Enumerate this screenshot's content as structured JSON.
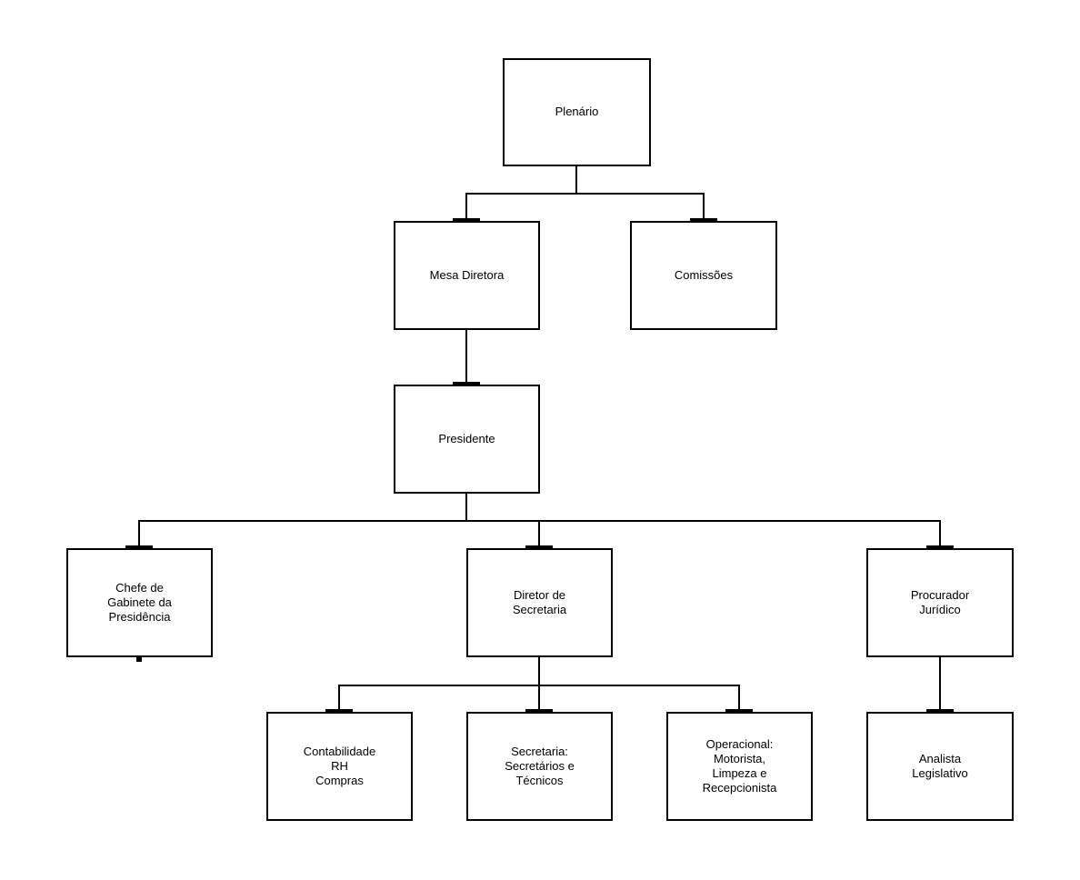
{
  "diagram": {
    "type": "org-chart",
    "colors": {
      "background": "#ffffff",
      "box_fill": "#ffffff",
      "box_border": "#000000",
      "line": "#000000",
      "text": "#000000"
    },
    "nodes": {
      "plenario": {
        "label": "Plenário"
      },
      "mesa_diretora": {
        "label": "Mesa Diretora"
      },
      "comissoes": {
        "label": "Comissões"
      },
      "presidente": {
        "label": "Presidente"
      },
      "chefe_gabinete": {
        "label": "Chefe de\nGabinete da\nPresidência"
      },
      "diretor_secretaria": {
        "label": "Diretor de\nSecretaria"
      },
      "procurador_juridico": {
        "label": "Procurador\nJurídico"
      },
      "contabilidade": {
        "label": "Contabilidade\nRH\nCompras"
      },
      "secretaria": {
        "label": "Secretaria:\nSecretários e\nTécnicos"
      },
      "operacional": {
        "label": "Operacional:\nMotorista,\nLimpeza e\nRecepcionista"
      },
      "analista_legislativo": {
        "label": "Analista\nLegislativo"
      }
    },
    "edges": [
      {
        "from": "Plenário",
        "to": "Mesa Diretora"
      },
      {
        "from": "Plenário",
        "to": "Comissões"
      },
      {
        "from": "Mesa Diretora",
        "to": "Presidente"
      },
      {
        "from": "Presidente",
        "to": "Chefe de Gabinete da Presidência"
      },
      {
        "from": "Presidente",
        "to": "Diretor de Secretaria"
      },
      {
        "from": "Presidente",
        "to": "Procurador Jurídico"
      },
      {
        "from": "Diretor de Secretaria",
        "to": "Contabilidade RH Compras"
      },
      {
        "from": "Diretor de Secretaria",
        "to": "Secretaria: Secretários e Técnicos"
      },
      {
        "from": "Diretor de Secretaria",
        "to": "Operacional: Motorista, Limpeza e Recepcionista"
      },
      {
        "from": "Procurador Jurídico",
        "to": "Analista Legislativo"
      }
    ]
  }
}
